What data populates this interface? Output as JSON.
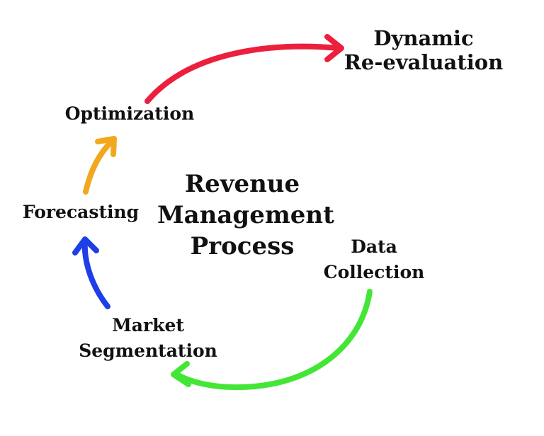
{
  "title": {
    "lines": [
      "Revenue",
      "Management",
      "Process"
    ]
  },
  "steps": {
    "data_collection": {
      "lines": [
        "Data",
        "Collection"
      ],
      "arrow_color": "#44e636"
    },
    "market_segmentation": {
      "lines": [
        "Market",
        "Segmentation"
      ],
      "arrow_color": "#1f3fe6"
    },
    "forecasting": {
      "lines": [
        "Forecasting"
      ],
      "arrow_color": "#f2a81e"
    },
    "optimization": {
      "lines": [
        "Optimization"
      ],
      "arrow_color": "#ec1f3c"
    },
    "dynamic_reevaluation": {
      "lines": [
        "Dynamic",
        "Re-evaluation"
      ]
    }
  }
}
